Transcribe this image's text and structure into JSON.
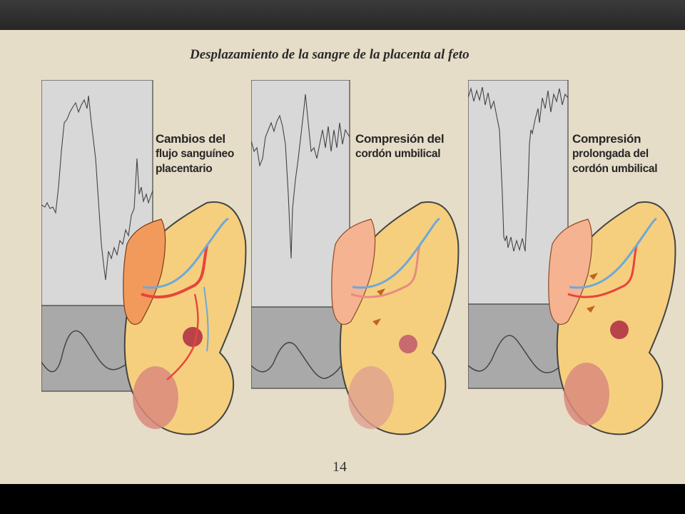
{
  "title": "Desplazamiento de la sangre de la placenta al feto",
  "panels": [
    {
      "caption_lines": [
        "Cambios del",
        "flujo sanguíneo",
        "placentario"
      ]
    },
    {
      "caption_lines": [
        "Compresión del",
        "cordón umbilical"
      ]
    },
    {
      "caption_lines": [
        "Compresión",
        "prolongada del",
        "cordón umbilical"
      ]
    }
  ],
  "page_number": "14",
  "colors": {
    "background": "#e6ddc8",
    "graph_light": "#d8d8d8",
    "graph_dark": "#a9a9a9",
    "fetus": "#f5cf7e",
    "placenta": "#f29a5c",
    "artery": "#e8443a",
    "vein": "#6fa8d8"
  }
}
